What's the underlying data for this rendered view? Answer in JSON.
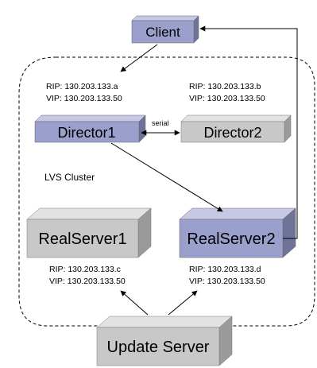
{
  "nodes": {
    "client": {
      "label": "Client",
      "color": "#9a9fcc"
    },
    "director1": {
      "label": "Director1",
      "color": "#9a9fcc",
      "rip": "RIP: 130.203.133.a",
      "vip": "VIP: 130.203.133.50"
    },
    "director2": {
      "label": "Director2",
      "color": "#c8c8c8",
      "rip": "RIP: 130.203.133.b",
      "vip": "VIP: 130.203.133.50"
    },
    "realserver1": {
      "label": "RealServer1",
      "color": "#c8c8c8",
      "rip": "RIP: 130.203.133.c",
      "vip": "VIP: 130.203.133.50"
    },
    "realserver2": {
      "label": "RealServer2",
      "color": "#9a9fcc",
      "rip": "RIP: 130.203.133.d",
      "vip": "VIP: 130.203.133.50"
    },
    "update_server": {
      "label": "Update Server",
      "color": "#c8c8c8"
    }
  },
  "cluster_label": "LVS Cluster",
  "edges": {
    "director_link_label": "serial"
  }
}
